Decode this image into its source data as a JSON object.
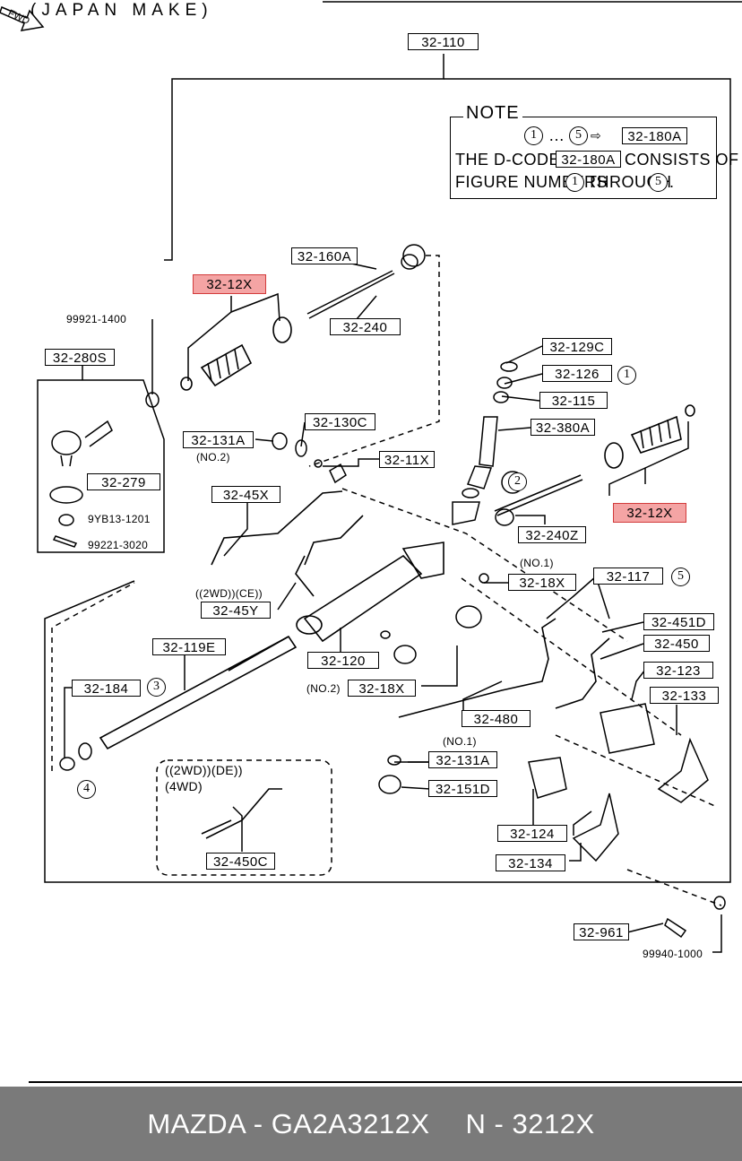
{
  "header": {
    "title": "(JAPAN MAKE)"
  },
  "note": {
    "title": "NOTE",
    "range_start": "1",
    "range_dots": "…",
    "range_end": "5",
    "range_code": "32-180A",
    "line1_a": "THE D-CODE OF",
    "line1_code": "32-180A",
    "line1_b": "CONSISTS OF",
    "line2_a": "FIGURE NUMBERS",
    "line2_num1": "1",
    "line2_b": "THROUGH",
    "line2_num2": "5",
    "line2_c": "."
  },
  "labels": {
    "l32_110": "32-110",
    "l32_160A": "32-160A",
    "l32_12X_a": "32-12X",
    "l32_240": "32-240",
    "l32_129C": "32-129C",
    "l32_126": "32-126",
    "l32_115": "32-115",
    "l32_380A": "32-380A",
    "l32_12X_b": "32-12X",
    "l32_130C": "32-130C",
    "l32_131A_top": "32-131A",
    "l32_11X": "32-11X",
    "l32_280S": "32-280S",
    "l32_279": "32-279",
    "l32_45X": "32-45X",
    "l32_240Z": "32-240Z",
    "l32_18X_a": "32-18X",
    "l32_117": "32-117",
    "l32_45Y": "32-45Y",
    "l32_451D": "32-451D",
    "l32_450": "32-450",
    "l32_119E": "32-119E",
    "l32_120": "32-120",
    "l32_18X_b": "32-18X",
    "l32_123": "32-123",
    "l32_133": "32-133",
    "l32_184": "32-184",
    "l32_480": "32-480",
    "l32_131A_bottom": "32-131A",
    "l32_151D": "32-151D",
    "l32_450C": "32-450C",
    "l32_124": "32-124",
    "l32_134": "32-134",
    "l32_961": "32-961"
  },
  "plain": {
    "p99921": "99921-1400",
    "p9YB13": "9YB13-1201",
    "p99221": "99221-3020",
    "pNo2a": "(NO.2)",
    "pNo1a": "(NO.1)",
    "p2WDCE": "((2WD))(CE))",
    "pNo2b": "(NO.2)",
    "pNo1b": "(NO.1)",
    "p2WDDE": "((2WD))(DE))",
    "p4WD": "(4WD)",
    "p99940": "99940-1000"
  },
  "circles": {
    "c1": "1",
    "c2": "2",
    "c3": "3",
    "c4": "4",
    "c5": "5"
  },
  "fwd": "FWD",
  "footer": {
    "part_a": "MAZDA - GA2A3212X",
    "part_b": "N - 3212X"
  },
  "colors": {
    "highlight": "#f4a4a4",
    "highlight_border": "#d23c3c",
    "footer_bg": "#7a7a7a"
  }
}
